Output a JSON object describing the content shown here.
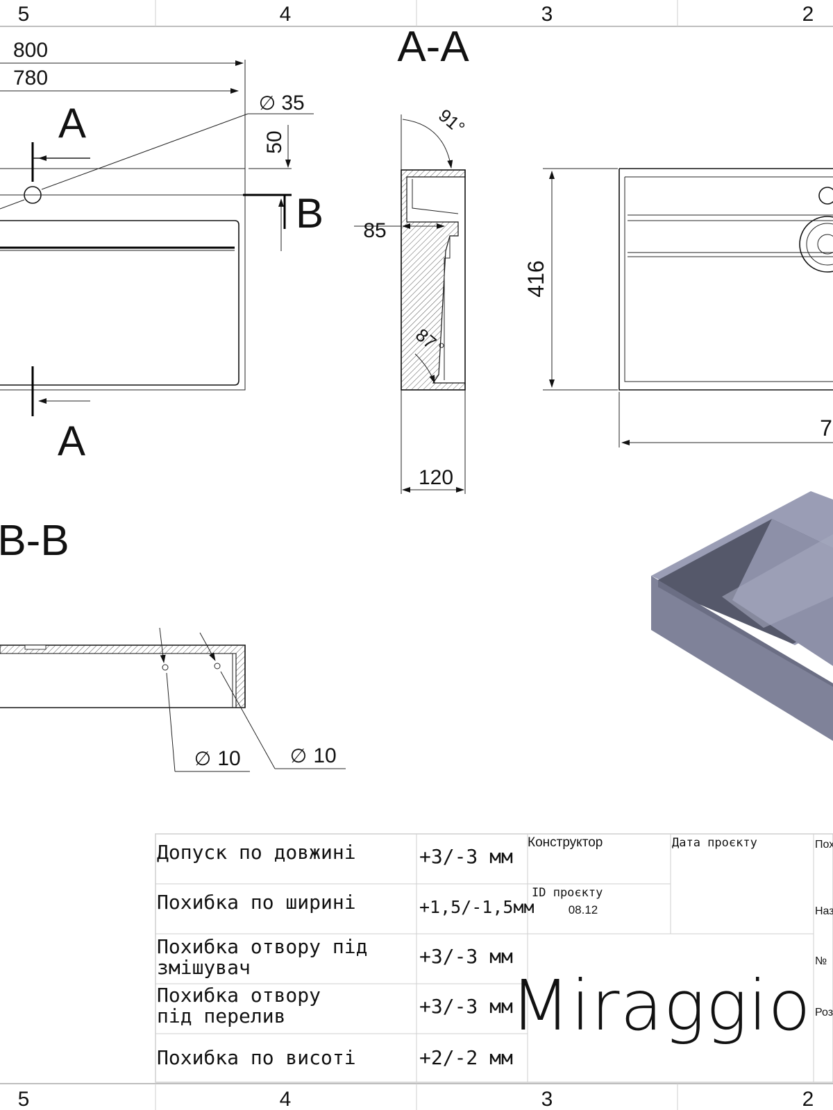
{
  "border": {
    "top_zones": [
      "5",
      "4",
      "3",
      "2"
    ],
    "bottom_zones": [
      "5",
      "4",
      "3",
      "2"
    ]
  },
  "section_labels": {
    "aa_title": "A-A",
    "bb_title": "B-B",
    "cut_a_top": "A",
    "cut_a_bottom": "A",
    "cut_b": "B"
  },
  "dimensions": {
    "d800": "800",
    "d780": "780",
    "d35": "35",
    "d50": "50",
    "d85": "85",
    "d91": "91°",
    "d87": "87",
    "d120": "120",
    "d416": "416",
    "d7": "7",
    "d10a": "10",
    "d10b": "10",
    "diameter_symbol": "∅"
  },
  "title_block": {
    "rows": [
      {
        "label": "Допуск по довжині",
        "value": "+3/-3 мм"
      },
      {
        "label": "Похибка по ширині",
        "value": "+1,5/-1,5мм"
      },
      {
        "label": "Похибка отвору під",
        "label2": "змішувач",
        "value": "+3/-3 мм"
      },
      {
        "label": "Похибка отвору",
        "label2": "під перелив",
        "value": "+3/-3 мм"
      },
      {
        "label": "Похибка по висоті",
        "value": "+2/-2 мм"
      }
    ],
    "designer_label": "Конструктор",
    "project_date_label": "Дата проєкту",
    "project_id_label": "ID проєкту",
    "project_id_value": "08.12",
    "brand": "Miraggio",
    "cut_labels": [
      "Пох",
      "Наз",
      "№",
      "Роз"
    ]
  },
  "colors": {
    "render_top": "#9a9db5",
    "render_front": "#7f8299",
    "render_inner": "#55586a"
  }
}
